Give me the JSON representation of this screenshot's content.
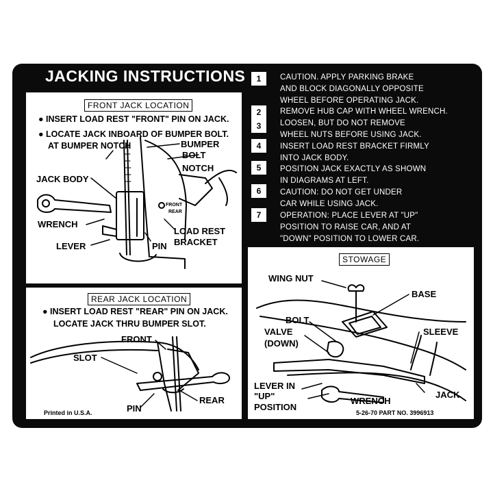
{
  "title": "JACKING INSTRUCTIONS",
  "steps": [
    {
      "num": "1",
      "lines": [
        "CAUTION. APPLY PARKING BRAKE",
        "AND BLOCK DIAGONALLY OPPOSITE",
        "WHEEL BEFORE OPERATING JACK."
      ]
    },
    {
      "num": "2",
      "lines": [
        "REMOVE HUB CAP WITH WHEEL WRENCH."
      ]
    },
    {
      "num": "3",
      "lines": [
        "LOOSEN, BUT DO NOT REMOVE",
        "WHEEL NUTS BEFORE USING JACK."
      ]
    },
    {
      "num": "4",
      "lines": [
        "INSERT LOAD REST BRACKET FIRMLY",
        "INTO JACK BODY."
      ]
    },
    {
      "num": "5",
      "lines": [
        "POSITION JACK EXACTLY AS SHOWN",
        "IN DIAGRAMS AT LEFT."
      ]
    },
    {
      "num": "6",
      "lines": [
        "CAUTION: DO NOT GET UNDER",
        "CAR WHILE USING JACK."
      ]
    },
    {
      "num": "7",
      "lines": [
        "OPERATION: PLACE LEVER AT \"UP\"",
        "POSITION TO RAISE CAR, AND AT",
        "\"DOWN\" POSITION TO LOWER CAR."
      ]
    }
  ],
  "front": {
    "header": "FRONT JACK LOCATION",
    "notes": [
      "● INSERT LOAD REST \"FRONT\" PIN ON JACK.",
      "● LOCATE JACK INBOARD OF BUMPER BOLT.",
      "AT BUMPER NOTCH"
    ],
    "labels": {
      "bumper": "BUMPER",
      "bolt": "BOLT",
      "notch": "NOTCH",
      "jack_body": "JACK BODY",
      "wrench": "WRENCH",
      "lever": "LEVER",
      "pin": "PIN",
      "load_rest": "LOAD REST",
      "bracket": "BRACKET",
      "front_small": "FRONT",
      "rear_small": "REAR"
    }
  },
  "rear": {
    "header": "REAR JACK LOCATION",
    "notes": [
      "● INSERT LOAD REST \"REAR\" PIN ON JACK.",
      "LOCATE JACK THRU BUMPER SLOT."
    ],
    "labels": {
      "front": "FRONT",
      "slot": "SLOT",
      "pin": "PIN",
      "rear": "REAR"
    },
    "printed": "Printed in U.S.A."
  },
  "stowage": {
    "header": "STOWAGE",
    "labels": {
      "wing_nut": "WING NUT",
      "base": "BASE",
      "bolt": "BOLT",
      "valve": "VALVE",
      "down": "(DOWN)",
      "sleeve": "SLEEVE",
      "lever_in": "LEVER IN",
      "up": "\"UP\"",
      "position": "POSITION",
      "wrench": "WRENCH",
      "jack": "JACK"
    },
    "part_no": "5-26-70 PART NO. 3996913"
  }
}
